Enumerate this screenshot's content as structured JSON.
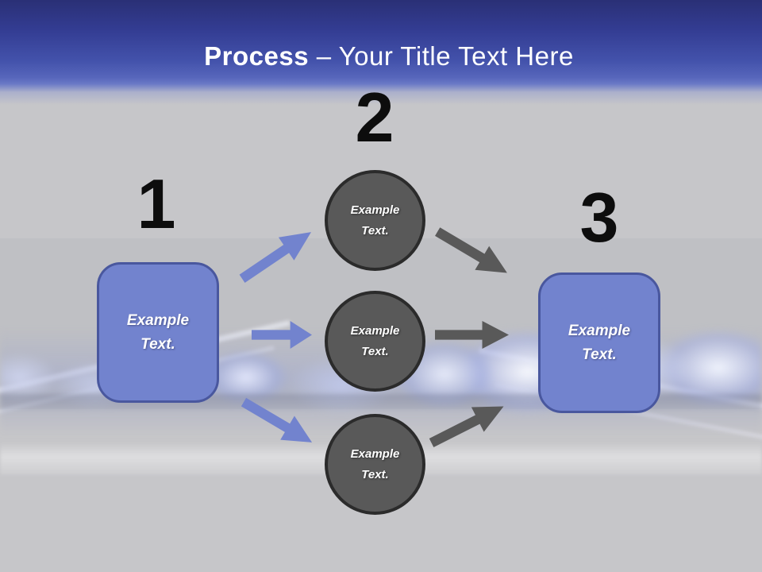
{
  "title": {
    "bold": "Process",
    "rest": "– Your Title Text Here"
  },
  "numbers": {
    "one": "1",
    "two": "2",
    "three": "3"
  },
  "left_box": {
    "line1": "Example",
    "line2": "Text."
  },
  "right_box": {
    "line1": "Example",
    "line2": "Text."
  },
  "circles": [
    {
      "line1": "Example",
      "line2": "Text."
    },
    {
      "line1": "Example",
      "line2": "Text."
    },
    {
      "line1": "Example",
      "line2": "Text."
    }
  ],
  "colors": {
    "header_blue_top": "#2a3076",
    "header_blue_bottom": "#6a79c6",
    "accent_blue": "#7283ce",
    "box_border": "#49579e",
    "circle_fill": "#595959",
    "circle_border": "#2b2b2b",
    "arrow_gray": "#595959",
    "background_gray": "#c6c6c9",
    "number_black": "#0d0d0d",
    "title_white": "#ffffff"
  }
}
